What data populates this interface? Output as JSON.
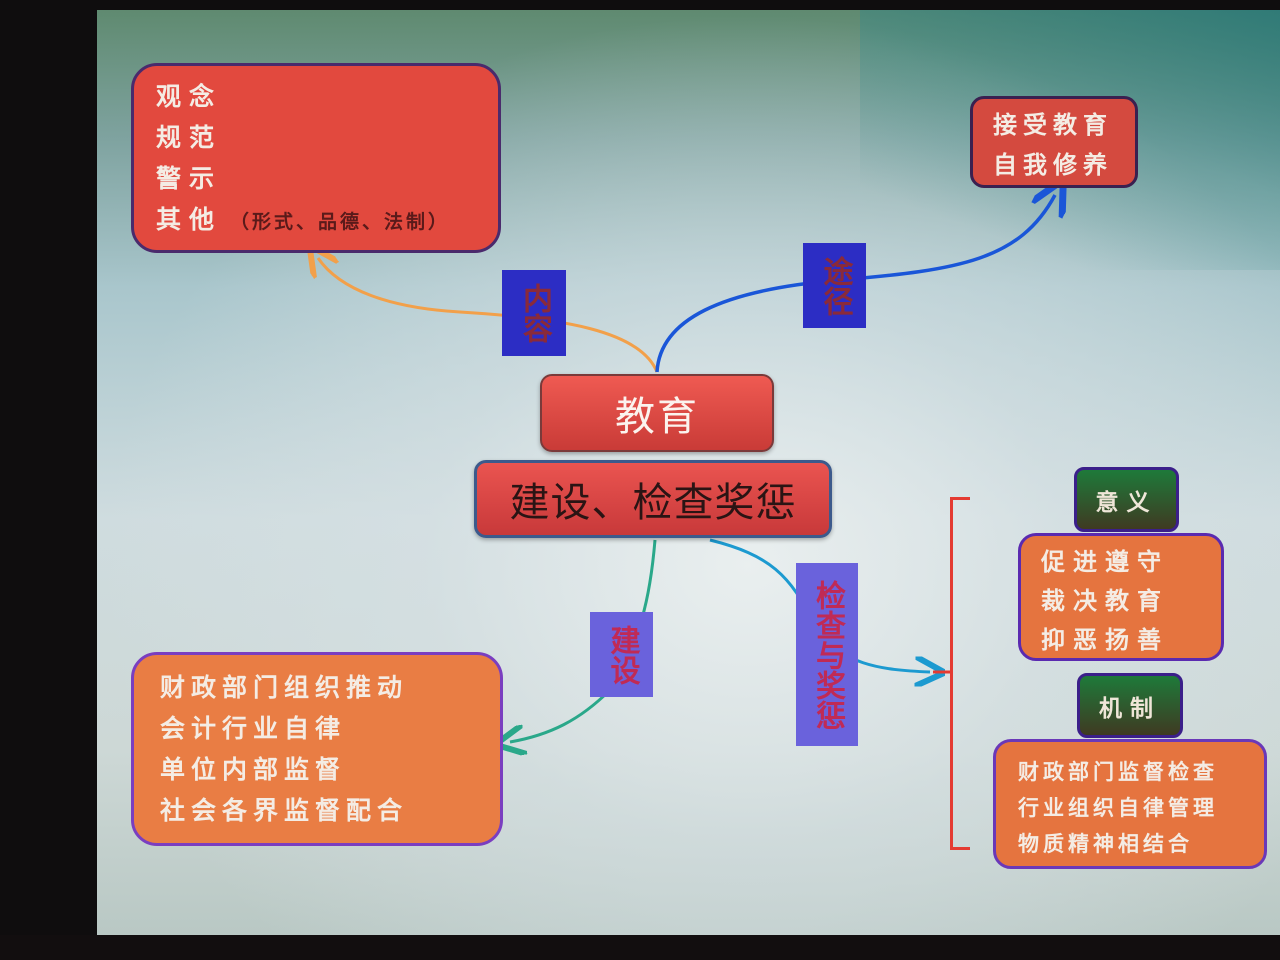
{
  "diagram": {
    "type": "mind-map",
    "center": {
      "top_label": "教育",
      "main_label": "建设、检查奖惩"
    },
    "branches": {
      "content": {
        "label": "内容",
        "items": [
          "观念",
          "规范",
          "警示",
          "其他"
        ],
        "note": "（形式、品德、法制）",
        "color": "#e2493e",
        "line_color": "#f2a04a"
      },
      "path": {
        "label": "途径",
        "items": [
          "接受教育",
          "自我修养"
        ],
        "color": "#d44a3f",
        "line_color": "#1a56d8"
      },
      "build": {
        "label": "建设",
        "items": [
          "财政部门组织推动",
          "会计行业自律",
          "单位内部监督",
          "社会各界监督配合"
        ],
        "color": "#e97d44",
        "line_color": "#2aa88a"
      },
      "inspect_reward": {
        "label": "检查与奖惩",
        "line_color": "#1c9ad0",
        "bracket_color": "#e43b32",
        "meaning": {
          "title": "意义",
          "items": [
            "促进遵守",
            "裁决教育",
            "抑恶扬善"
          ]
        },
        "mechanism": {
          "title": "机制",
          "items": [
            "财政部门监督检查",
            "行业组织自律管理",
            "物质精神相结合"
          ]
        }
      }
    }
  }
}
